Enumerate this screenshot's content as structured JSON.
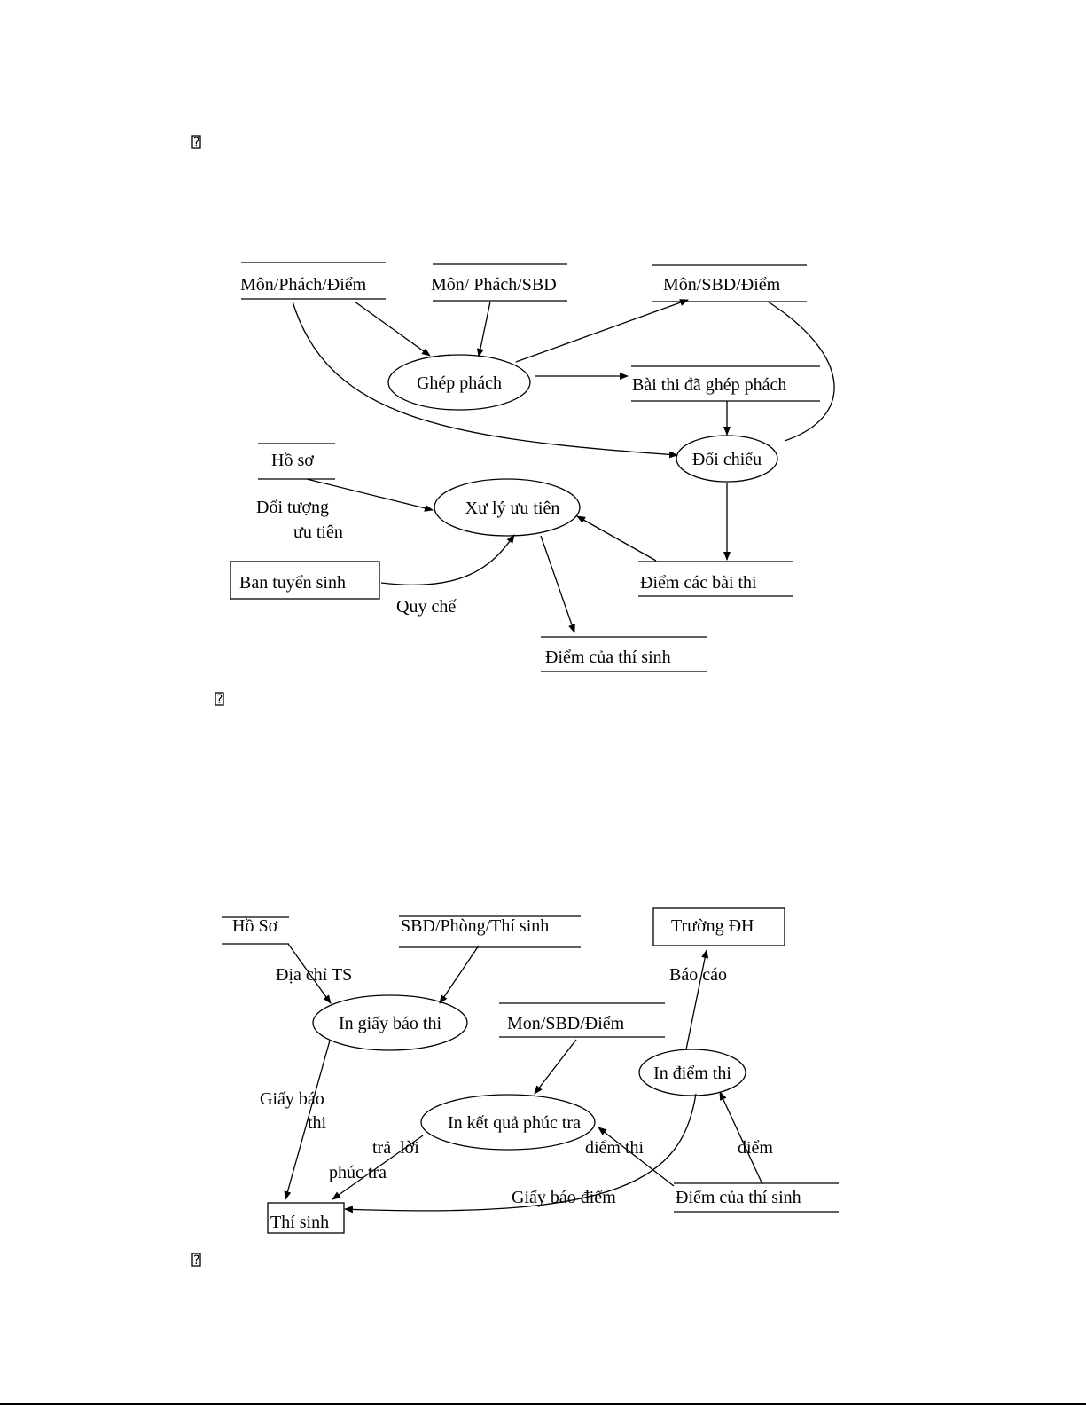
{
  "placeholders": [
    "?",
    "?",
    "?"
  ],
  "diagram1": {
    "stores": {
      "mon_phach_diem": "Môn/Phách/Điểm",
      "mon_phach_sbd": "Môn/ Phách/SBD",
      "mon_sbd_diem": "Môn/SBD/Điểm",
      "bai_thi_da_ghep": "Bài thi đã ghép phách",
      "ho_so": "Hồ sơ",
      "diem_cac_bai_thi": "Điểm các bài thi",
      "diem_cua_thi_sinh": "Điểm của thí sinh"
    },
    "processes": {
      "ghep_phach": "Ghép phách",
      "doi_chieu": "Đối chiếu",
      "xu_ly_uu_tien": "Xư lý ưu tiên"
    },
    "entities": {
      "ban_tuyen_sinh": "Ban tuyển sinh"
    },
    "flows": {
      "doi_tuong_1": "Đối tượng",
      "doi_tuong_2": "ưu tiên",
      "quy_che": "Quy chế"
    }
  },
  "diagram2": {
    "stores": {
      "ho_so": "Hồ Sơ",
      "sbd_phong_thi_sinh": "SBD/Phòng/Thí sinh",
      "mon_sbd_diem": "Mon/SBD/Điểm",
      "diem_cua_thi_sinh": "Điểm của thí sinh"
    },
    "processes": {
      "in_giay_bao_thi": "In giấy báo thi",
      "in_ket_qua_phuc_tra": "In kết quả phúc tra",
      "in_diem_thi": "In điểm thi"
    },
    "entities": {
      "truong_dh": "Trường ĐH",
      "thi_sinh": "Thí sinh"
    },
    "flows": {
      "dia_chi_ts": "Địa chỉ TS",
      "bao_cao": "Báo cáo",
      "giay_bao_1": "Giấy báo",
      "giay_bao_2": "thi",
      "tra_loi_1": "trả  lời",
      "tra_loi_2": "phúc tra",
      "diem_thi": "điểm thi",
      "diem": "điểm",
      "giay_bao_diem": "Giấy báo điểm"
    }
  }
}
